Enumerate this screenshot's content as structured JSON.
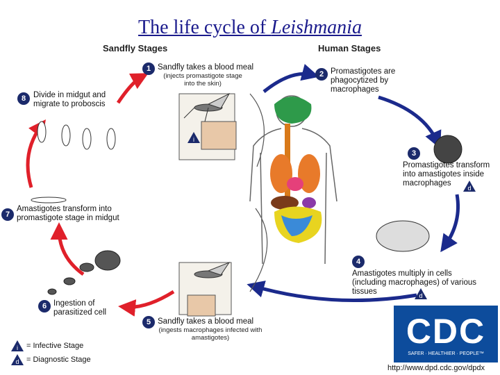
{
  "title": {
    "prefix": "The life cycle of ",
    "italic": "Leishmania"
  },
  "headers": {
    "sandfly": "Sandfly Stages",
    "human": "Human Stages"
  },
  "stages": [
    {
      "num": "1",
      "text": "Sandfly takes a blood meal",
      "sub": "(injects promastigote stage into the skin)"
    },
    {
      "num": "2",
      "text": "Promastigotes are phagocytized by macrophages"
    },
    {
      "num": "3",
      "text": "Promastigotes transform into amastigotes inside macrophages"
    },
    {
      "num": "4",
      "text": "Amastigotes multiply in cells (including macrophages) of various tissues"
    },
    {
      "num": "5",
      "text": "Sandfly takes a blood meal",
      "sub": "(ingests macrophages infected with amastigotes)"
    },
    {
      "num": "6",
      "text": "Ingestion of parasitized cell"
    },
    {
      "num": "7",
      "text": "Amastigotes transform into promastigote stage in midgut"
    },
    {
      "num": "8",
      "text": "Divide in midgut and migrate to proboscis"
    }
  ],
  "badges": {
    "infective": "i",
    "diagnostic": "d"
  },
  "legend": {
    "infective": "= Infective Stage",
    "diagnostic": "= Diagnostic Stage"
  },
  "cdc": {
    "logo": "CDC",
    "tagline": "SAFER · HEALTHIER · PEOPLE™",
    "url": "http://www.dpd.cdc.gov/dpdx"
  },
  "colors": {
    "red_arrow": "#e0202a",
    "blue_arrow": "#1b2a8c",
    "badge": "#1b2a6b"
  }
}
